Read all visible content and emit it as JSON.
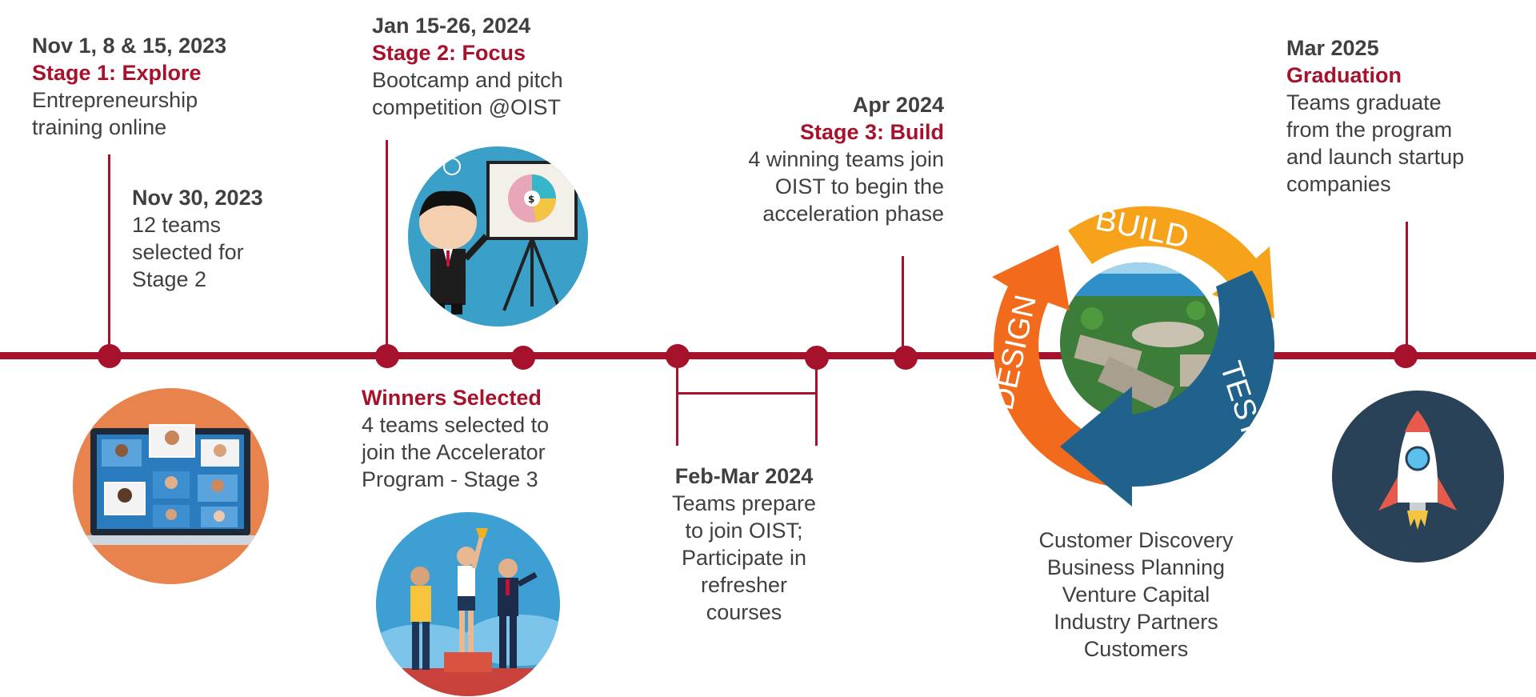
{
  "stages": {
    "explore": {
      "date": "Nov 1, 8 & 15, 2023",
      "title": "Stage 1: Explore",
      "desc": [
        "Entrepreneurship",
        "training online"
      ]
    },
    "selected12": {
      "date": "Nov 30, 2023",
      "desc": [
        "12 teams",
        "selected for",
        "Stage 2"
      ]
    },
    "focus": {
      "date": "Jan 15-26, 2024",
      "title": "Stage 2: Focus",
      "desc": [
        "Bootcamp and pitch",
        "competition @OIST"
      ]
    },
    "winners": {
      "title": "Winners Selected",
      "desc": [
        "4 teams selected to",
        "join the Accelerator",
        "Program - Stage 3"
      ]
    },
    "prepare": {
      "date": "Feb-Mar 2024",
      "desc": [
        "Teams prepare",
        "to join OIST;",
        "Participate in",
        "refresher",
        "courses"
      ]
    },
    "build": {
      "date": "Apr 2024",
      "title": "Stage 3: Build",
      "desc": [
        "4 winning teams join",
        "OIST to begin the",
        "acceleration phase"
      ]
    },
    "graduation": {
      "date": "Mar 2025",
      "title": "Graduation",
      "desc": [
        "Teams graduate",
        "from the program",
        "and launch startup",
        "companies"
      ]
    }
  },
  "cycle": {
    "labels": {
      "build": "BUILD",
      "design": "DESIGN",
      "test": "TEST"
    },
    "items": [
      "Customer Discovery",
      "Business Planning",
      "Venture Capital",
      "Industry Partners",
      "Customers"
    ]
  },
  "colors": {
    "timeline": "#a6112b",
    "date_text": "#404040",
    "build_arrow": "#f6a21a",
    "design_arrow": "#f26a1c",
    "test_arrow": "#21628c"
  }
}
